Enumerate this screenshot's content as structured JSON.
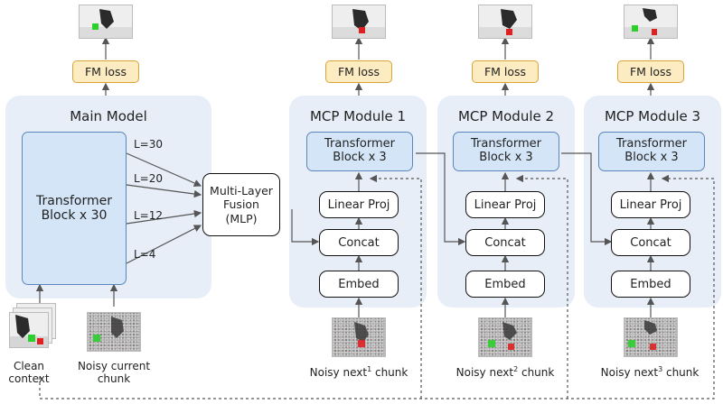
{
  "main": {
    "title": "Main Model",
    "transformer": [
      "Transformer",
      "Block x 30"
    ],
    "layers": [
      "L=30",
      "L=20",
      "L=12",
      "L=4"
    ],
    "fusion": [
      "Multi-Layer",
      "Fusion",
      "(MLP)"
    ],
    "inputs": [
      {
        "lines": [
          "Clean",
          "context"
        ]
      },
      {
        "lines": [
          "Noisy current",
          "chunk"
        ]
      }
    ]
  },
  "fm_loss_label": "FM loss",
  "modules": [
    {
      "title": "MCP Module 1",
      "transformer": [
        "Transformer",
        "Block x 3"
      ],
      "linear": "Linear Proj",
      "concat": "Concat",
      "embed": "Embed",
      "input": {
        "prefix": "Noisy next",
        "sup": "1",
        "suffix": " chunk"
      }
    },
    {
      "title": "MCP Module 2",
      "transformer": [
        "Transformer",
        "Block x 3"
      ],
      "linear": "Linear Proj",
      "concat": "Concat",
      "embed": "Embed",
      "input": {
        "prefix": "Noisy next",
        "sup": "2",
        "suffix": " chunk"
      }
    },
    {
      "title": "MCP Module 3",
      "transformer": [
        "Transformer",
        "Block x 3"
      ],
      "linear": "Linear Proj",
      "concat": "Concat",
      "embed": "Embed",
      "input": {
        "prefix": "Noisy next",
        "sup": "3",
        "suffix": " chunk"
      }
    }
  ],
  "colors": {
    "panel": "#e7eef8",
    "transformer_fill": "#d4e5f8",
    "transformer_border": "#5b86bd",
    "fm_fill": "#fdebc2",
    "fm_border": "#d6a536",
    "arrow": "#555555"
  }
}
